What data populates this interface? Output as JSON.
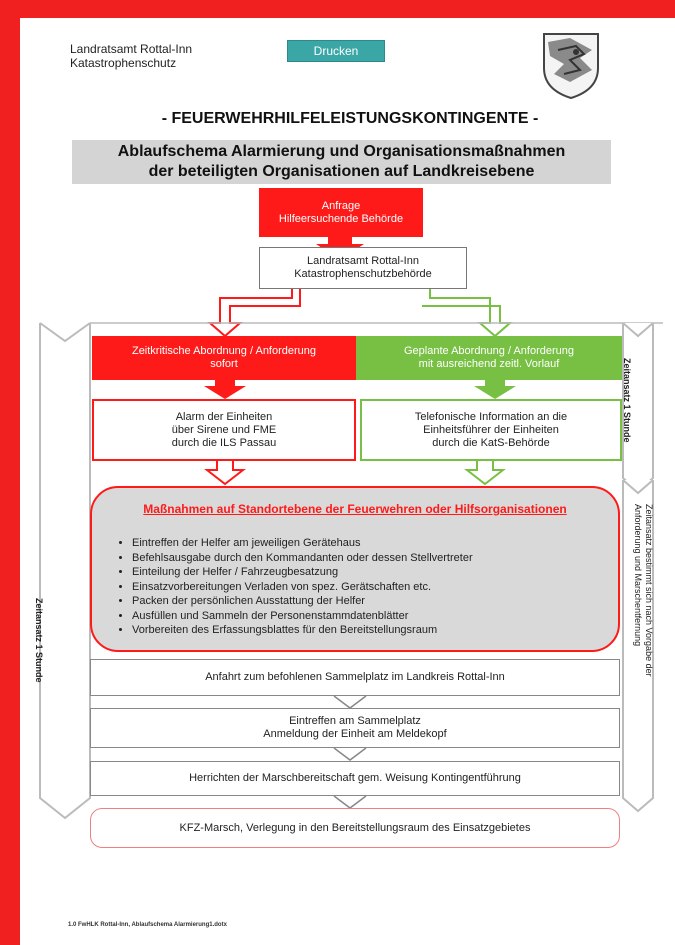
{
  "header": {
    "org_line1": "Landratsamt Rottal-Inn",
    "org_line2": "Katastrophenschutz",
    "print_button": "Drucken",
    "coat_of_arms_icon": "coat-of-arms-icon"
  },
  "doc": {
    "main_title": "- FEUERWEHRHILFELEISTUNGSKONTINGENTE -",
    "subtitle_line1": "Ablaufschema Alarmierung und Organisationsmaßnahmen",
    "subtitle_line2": "der beteiligten Organisationen auf Landkreisebene"
  },
  "flow": {
    "request_line1": "Anfrage",
    "request_line2": "Hilfeersuchende Behörde",
    "lra_line1": "Landratsamt Rottal-Inn",
    "lra_line2": "Katastrophenschutzbehörde",
    "urgent_line1": "Zeitkritische Abordnung / Anforderung",
    "urgent_line2": "sofort",
    "planned_line1": "Geplante Abordnung / Anforderung",
    "planned_line2": "mit ausreichend zeitl. Vorlauf",
    "alarm_line1": "Alarm der Einheiten",
    "alarm_line2": "über Sirene und FME",
    "alarm_line3": "durch die ILS Passau",
    "phone_line1": "Telefonische Information an die",
    "phone_line2": "Einheitsführer der Einheiten",
    "phone_line3": "durch die KatS-Behörde",
    "measures_title": "Maßnahmen auf Standortebene der Feuerwehren oder Hilfsorganisationen",
    "measures": [
      "Eintreffen der Helfer am jeweiligen Gerätehaus",
      "Befehlsausgabe durch den Kommandanten oder dessen Stellvertreter",
      "Einteilung der Helfer / Fahrzeugbesatzung",
      "Einsatzvorbereitungen Verladen von spez. Gerätschaften etc.",
      "Packen der persönlichen Ausstattung der Helfer",
      "Ausfüllen und Sammeln der Personenstammdatenblätter",
      "Vorbereiten des Erfassungsblattes für den Bereitstellungsraum"
    ],
    "drive": "Anfahrt zum befohlenen Sammelplatz im Landkreis Rottal-Inn",
    "arrive_line1": "Eintreffen am Sammelplatz",
    "arrive_line2": "Anmeldung der Einheit am Meldekopf",
    "march_ready": "Herrichten der Marschbereitschaft gem. Weisung Kontingentführung",
    "kfz_march": "KFZ-Marsch, Verlegung in den Bereitstellungsraum des Einsatzgebietes"
  },
  "side": {
    "left_label": "Zeitansatz 1 Stunde",
    "right_top_label": "Zeitansatz 1 Stunde",
    "right_bottom_line1": "Zeitansatz bestimmt sich nach Vorgabe der",
    "right_bottom_line2": "Anforderung und Marschentfernung"
  },
  "footer": {
    "filename": "1.0 FwHLK Rottal-Inn, Ablaufschema Alarmierung1.dotx"
  }
}
